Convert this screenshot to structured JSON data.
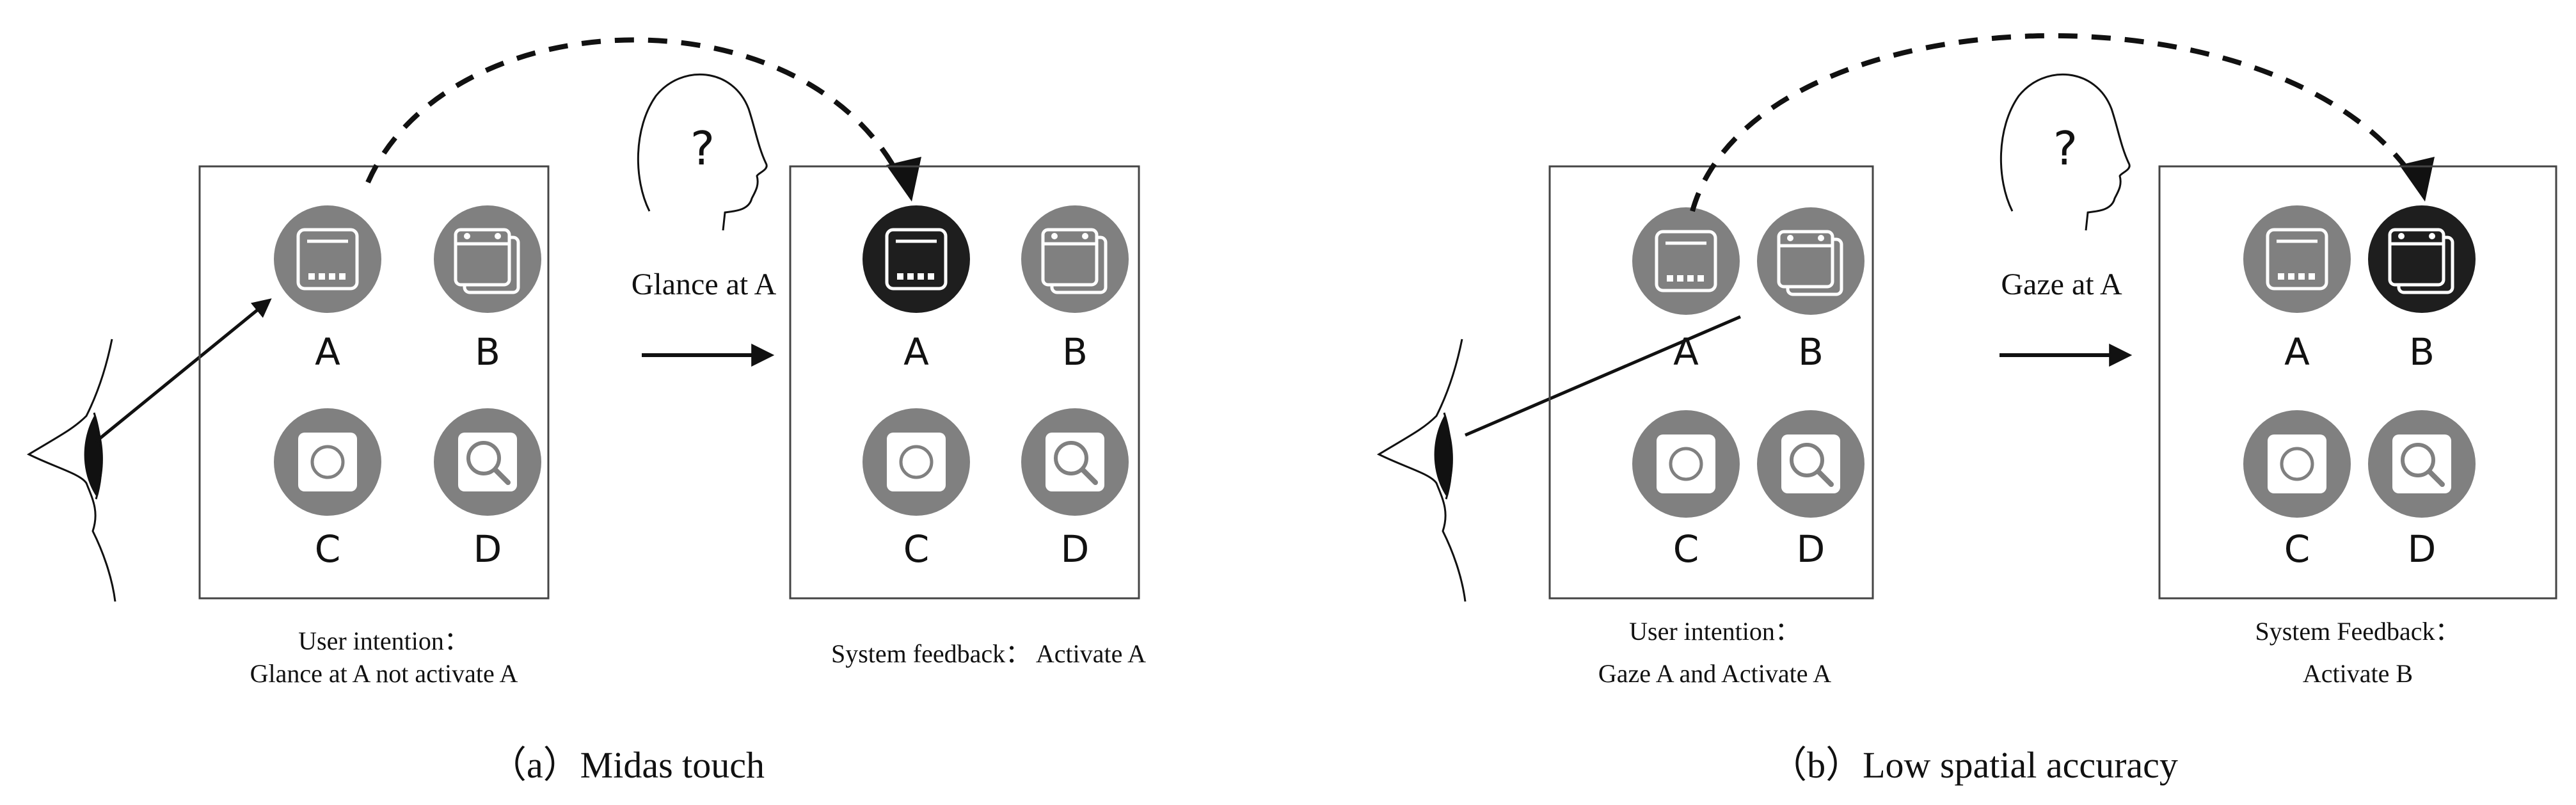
{
  "panel_a": {
    "action_label": "Glance at A",
    "intention_line1": "User intention：",
    "intention_line2": "Glance at A not activate A",
    "feedback_line1": "System feedback： Activate A",
    "caption": "（a）Midas touch",
    "icon_labels": [
      "A",
      "B",
      "C",
      "D"
    ],
    "question_mark": "?"
  },
  "panel_b": {
    "action_label": "Gaze at A",
    "intention_line1": "User intention：",
    "intention_line2": "Gaze A and Activate A",
    "feedback_line1": "System Feedback：",
    "feedback_line2": "Activate B",
    "caption": "（b）Low spatial accuracy",
    "icon_labels": [
      "A",
      "B",
      "C",
      "D"
    ],
    "question_mark": "?"
  },
  "icons": {
    "A": "keyboard-icon",
    "B": "calendar-icon",
    "C": "circle-button-icon",
    "D": "magnifier-icon"
  },
  "colors": {
    "icon_gray": "#808080",
    "icon_active": "#1e1e1e",
    "ink": "#111111"
  }
}
